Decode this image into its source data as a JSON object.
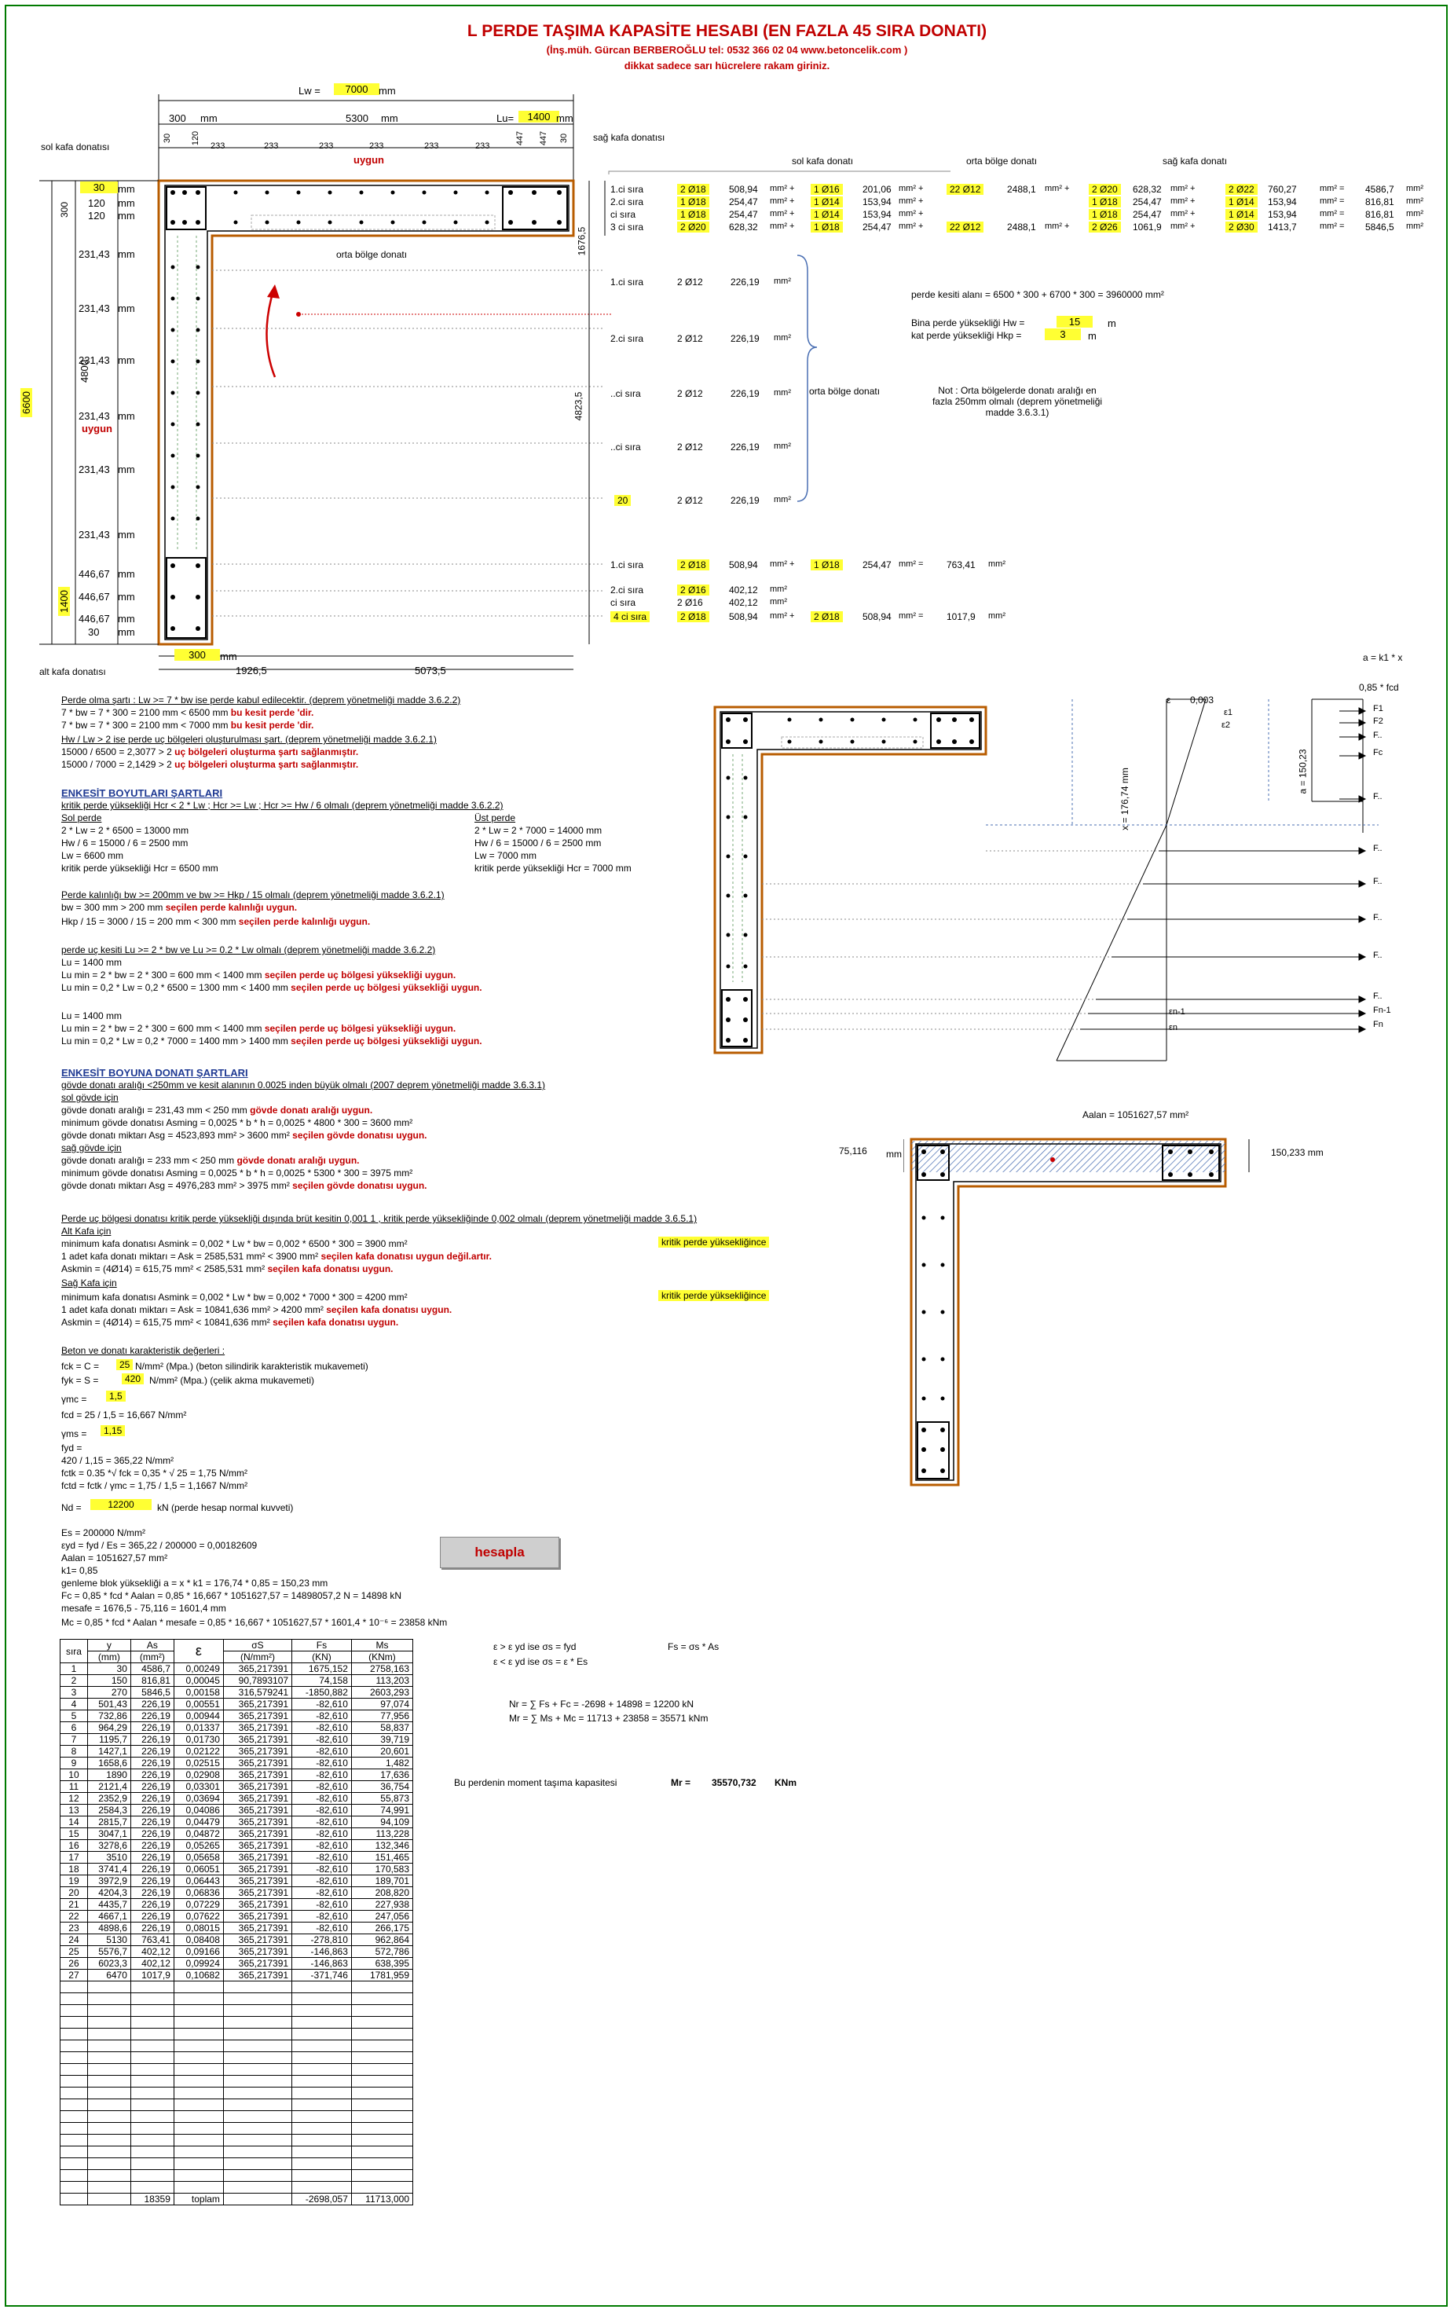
{
  "header": {
    "title": "L PERDE TAŞIMA KAPASİTE HESABI (EN FAZLA 45 SIRA DONATI)",
    "author": "(İnş.müh. Gürcan BERBEROĞLU tel: 0532 366 02 04    www.betoncelik.com )",
    "warning": "dikkat sadece sarı hücrelere rakam giriniz."
  },
  "section_labels": {
    "sol_kafa": "sol kafa donatısı",
    "sag_kafa": "sağ kafa donatısı",
    "alt_kafa": "alt kafa donatısı",
    "orta_bolge": "orta bölge donatı",
    "uygun": "uygun",
    "col_sol": "sol kafa donatı",
    "col_orta": "orta bölge donatı",
    "col_sag": "sağ kafa donatı"
  },
  "dims": {
    "lw_label": "Lw =",
    "lw_top": "7000",
    "mm": "mm",
    "d300": "300",
    "d5300": "5300",
    "lu_label": "Lu=",
    "lu_top": "1400",
    "lw_left": "6600",
    "d4800": "4800",
    "d4823": "4823,5",
    "d1676": "1676,5",
    "d1926": "1926,5",
    "d5073": "5073,5",
    "lu_left": "1400",
    "bw_bottom": "300",
    "top_parts": [
      "30",
      "120",
      "233",
      "233",
      "233",
      "233",
      "233",
      "233",
      "447",
      "447",
      "30"
    ],
    "left_parts": [
      "30",
      "120",
      "231,43",
      "231,43",
      "231,43",
      "231,43",
      "231,43",
      "231,43",
      "446,67",
      "446,67",
      "446,67",
      "30"
    ],
    "v300": "300"
  },
  "rebar_top": [
    {
      "row": "1.ci sıra",
      "a": "2 Ø18",
      "aa": "508,94",
      "b": "1 Ø16",
      "ba": "201,06",
      "c": "22 Ø12",
      "ca": "2488,1",
      "d": "2 Ø20",
      "da": "628,32",
      "e": "2 Ø22",
      "ea": "760,27",
      "tot": "4586,7"
    },
    {
      "row": "2.ci sıra",
      "a": "1 Ø18",
      "aa": "254,47",
      "b": "1 Ø14",
      "ba": "153,94",
      "c": "",
      "ca": "",
      "d": "1 Ø18",
      "da": "254,47",
      "e": "1 Ø14",
      "ea": "153,94",
      "tot": "816,81"
    },
    {
      "row": "ci sıra",
      "a": "1 Ø18",
      "aa": "254,47",
      "b": "1 Ø14",
      "ba": "153,94",
      "c": "",
      "ca": "",
      "d": "1 Ø18",
      "da": "254,47",
      "e": "1 Ø14",
      "ea": "153,94",
      "tot": "816,81"
    },
    {
      "row": "3 ci sıra",
      "a": "2 Ø20",
      "aa": "628,32",
      "b": "1 Ø18",
      "ba": "254,47",
      "c": "22 Ø12",
      "ca": "2488,1",
      "d": "2 Ø26",
      "da": "1061,9",
      "e": "2 Ø30",
      "ea": "1413,7",
      "tot": "5846,5"
    }
  ],
  "rebar_mid": [
    {
      "row": "1.ci sıra",
      "a": "2 Ø12",
      "aa": "226,19"
    },
    {
      "row": "2.ci sıra",
      "a": "2 Ø12",
      "aa": "226,19"
    },
    {
      "row": "..ci sıra",
      "a": "2 Ø12",
      "aa": "226,19"
    },
    {
      "row": "..ci sıra",
      "a": "2 Ø12",
      "aa": "226,19"
    },
    {
      "row": "20",
      "a": "2 Ø12",
      "aa": "226,19"
    }
  ],
  "rebar_bottom": [
    {
      "row": "1.ci sıra",
      "a": "2 Ø18",
      "aa": "508,94",
      "b": "1 Ø18",
      "ba": "254,47",
      "tot": "763,41"
    },
    {
      "row": "2.ci sıra",
      "a": "2 Ø16",
      "aa": "402,12",
      "b": "",
      "ba": "",
      "tot": ""
    },
    {
      "row": "ci sıra",
      "a": "2 Ø16",
      "aa": "402,12",
      "b": "",
      "ba": "",
      "tot": ""
    },
    {
      "row": "4 ci sıra",
      "a": "2 Ø18",
      "aa": "508,94",
      "b": "2 Ø18",
      "ba": "508,94",
      "tot": "1017,9"
    }
  ],
  "units": {
    "mm2": "mm²",
    "mm2plus": "mm² +",
    "mm2eq": "mm² =",
    "knm": "KNm",
    "kn": "kN"
  },
  "perde": {
    "area": "perde kesiti alanı =    6500   *    300    +    6700    *    300    =    3960000    mm²",
    "hw_label": "Bina perde yüksekliği   Hw =",
    "hw": "15",
    "hkp_label": "kat perde yüksekliği   Hkp =",
    "hkp": "3",
    "m": "m",
    "note": "Not : Orta bölgelerde donatı aralığı en fazla 250mm olmalı (deprem yönetmeliği madde 3.6.3.1)",
    "orta_lbl": "orta bölge donatı"
  },
  "checks": [
    {
      "t": "Perde olma şartı : Lw >= 7 * bw ise perde kabul edilecektir. (deprem yönetmeliği madde 3.6.2.2)",
      "cls": "ul"
    },
    {
      "t": "7 * bw =          7     *     300     =     2100    mm   <   6500    mm         bu kesit perde 'dir.",
      "cls": ""
    },
    {
      "t": "7 * bw =          7     *     300     =     2100    mm   <   7000    mm         bu kesit perde 'dir.",
      "cls": ""
    },
    {
      "t": "Hw / Lw > 2  ise perde uç bölgeleri oluşturulması şart. (deprem yönetmeliği madde 3.6.2.1)",
      "cls": "ul"
    },
    {
      "t": "  15000    /    6500    =    2,3077    >    2            uç bölgeleri oluşturma şartı sağlanmıştır.",
      "cls": ""
    },
    {
      "t": "  15000    /    7000    =    2,1429    >    2            uç bölgeleri oluşturma şartı sağlanmıştır.",
      "cls": ""
    }
  ],
  "enkesit": {
    "head": "ENKESİT BOYUTLARI ŞARTLARI",
    "l1": "kritik perde yüksekliği  Hcr < 2 * Lw ; Hcr >= Lw  ;  Hcr >= Hw / 6 olmalı (deprem yönetmeliği madde 3.6.2.2)",
    "sol": "Sol perde",
    "ust": "Üst perde",
    "s1": "2 * Lw =          2      *     6500    =    13000    mm",
    "s2": "Hw / 6 =            15000        /        6       =        2500          mm",
    "s3": "Lw =         6600    mm",
    "s4": "kritik perde yüksekliği        Hcr =         6500          mm",
    "u1": "2 * Lw =          2      *     7000    =    14000    mm",
    "u2": "Hw / 6 =            15000        /        6       =        2500          mm",
    "u3": "Lw =         7000    mm",
    "u4": "kritik perde yüksekliği        Hcr =         7000          mm",
    "k1": "Perde kalınlığı  bw >= 200mm ve  bw >= Hkp / 15 olmalı (deprem yönetmeliği madde 3.6.2.1)",
    "k2": "bw =        300     mm     >       200     mm          seçilen perde kalınlığı uygun.",
    "k3": "Hkp / 15 =      3000     /     15      =     200     mm    <      300     mm          seçilen perde kalınlığı uygun.",
    "u5": "perde uç kesiti Lu >= 2 * bw  ve  Lu >= 0.2 * Lw  olmalı (deprem yönetmeliği madde 3.6.2.2)",
    "u6": "Lu =          1400    mm",
    "u7": "Lu min = 2 * bw =         2       *      300      =      600    mm    <     1400    mm         seçilen perde uç bölgesi yüksekliği uygun.",
    "u8": "Lu min = 0,2 * Lw =              0,2      *      6500     =     1300    mm   <     1400    mm         seçilen perde uç bölgesi yüksekliği uygun.",
    "u9": "Lu =          1400    mm",
    "u10": "Lu min = 2 * bw =         2       *      300      =      600    mm    <     1400    mm         seçilen perde uç bölgesi yüksekliği uygun.",
    "u11": "Lu min = 0,2 * Lw =              0,2      *      7000     =     1400    mm    >     1400    mm         seçilen perde uç bölgesi yüksekliği uygun."
  },
  "boyuna": {
    "head": "ENKESİT BOYUNA DONATI ŞARTLARI",
    "l1": "gövde donatı aralığı <250mm  ve kesit alanının 0.0025 inden büyük olmalı  (2007 deprem yönetmeliği madde  3.6.3.1)",
    "l2": "sol gövde için",
    "l3": "gövde donatı aralığı =        231,43    mm          <          250      mm          gövde donatı aralığı uygun.",
    "l4": "  minimum gövde donatısı         Asming = 0,0025 * b * h =                   0,0025        *       4800     *       300      =       3600    mm²",
    "l5": "gövde donatı miktarı Asg =         4523,893    mm²           >            3600    mm²         seçilen gövde donatısı uygun.",
    "l6": "sağ gövde için",
    "l7": "gövde donatı aralığı =         233      mm          <          250      mm          gövde donatı aralığı uygun.",
    "l8": "minimum gövde donatısı         Asming = 0,0025 * b * h =                   0,0025        *       5300     *       300      =       3975    mm²",
    "l9": "gövde donatı miktarı Asg =         4976,283    mm²           >            3975    mm²         seçilen gövde donatısı uygun.",
    "l10": "Perde uç bölgesi donatısı kritik perde yüksekliği dışında brüt kesitin 0,001 1 , kritik perde yüksekliğinde 0,002 olmalı (deprem yönetmeliği madde 3.6.5.1)",
    "l11": "Alt Kafa için",
    "l12": "minimum kafa donatısı         Asmink = 0,002 * Lw * bw =              0,002       *      6500      *      300      =      3900    mm²",
    "l12b": "kritik perde yüksekliğince",
    "l13": "1 adet kafa donatı miktarı = Ask =            2585,531    mm²         <          3900    mm²         seçilen kafa donatısı uygun değil.artır.",
    "l14": "Askmin = (4Ø14) =     615,75  mm²        <         2585,531    mm²         seçilen kafa donatısı uygun.",
    "l15": "Sağ Kafa için",
    "l16": "minimum kafa donatısı         Asmink = 0,002 * Lw * bw =              0,002       *      7000      *      300      =      4200    mm²",
    "l17": "1 adet kafa donatı miktarı = Ask =            10841,636    mm²        >          4200    mm²         seçilen kafa donatısı uygun.",
    "l18": "Askmin = (4Ø14) =     615,75  mm²        <         10841,636    mm²         seçilen kafa donatısı uygun."
  },
  "mat": {
    "head": "Beton ve donatı karakteristik değerleri :",
    "fck_l": "fck = C =",
    "fck": "25",
    "fck_r": "N/mm² (Mpa.) (beton silindirik karakteristik mukavemeti)",
    "fyk_l": "fyk = S =",
    "fyk": "420",
    "fyk_r": "N/mm² (Mpa.) (çelik akma mukavemeti)",
    "gmc_l": "γmc =",
    "gmc": "1,5",
    "fcd": "fcd =      25      /      1,5      =      16,667   N/mm²",
    "gms_l": "γms =",
    "gms": "1,15",
    "fyd_l": "fyd =",
    "fyd": "    420      /      1,15      =      365,22  N/mm²",
    "fctk": "fctk = 0.35 *√ fck =          0,35       * √    25     =      1,75      N/mm²",
    "fctd": "fctd = fctk / γmc =             1,75       /       1,5       =     1,1667   N/mm²",
    "nd_l": "Nd =",
    "nd": "12200",
    "nd_r": "kN            (perde hesap normal kuvveti)",
    "es": "Es =          200000       N/mm²",
    "eyd": "εyd = fyd / Es =          365,22      /         200000       =      0,00182609",
    "aalan": "Aalan =          1051627,57   mm²",
    "k1": "k1=    0,85",
    "gen": "genleme blok yüksekliği    a = x * k1 =       176,74    *      0,85      =       150,23   mm",
    "fc": "Fc = 0,85 * fcd * Aalan =                0,85     *     16,667     *     1051627,57   =   14898057,2  N     =       14898     kN",
    "mes": "mesafe =           1676,5     -     75,116       =      1601,4   mm",
    "mc": "Mc = 0,85 * fcd * Aalan * mesafe = 0,85 *                16,667     *     1051627,57     *      1601,4  * 10⁻⁶    =          23858      kNm"
  },
  "button": {
    "label": "hesapla"
  },
  "formulas": {
    "f1": "ε  >  ε yd      ise      σs = fyd",
    "f2": "ε  <  ε yd      ise      σs = ε * Es",
    "f3": "Fs = σs * As",
    "nr": "Nr = ∑ Fs + Fc =            -2698      +       14898       =        12200    kN",
    "mr": "Mr = ∑ Ms + Mc =          11713      +       23858       =        35571    kNm",
    "cap_l": "Bu perdenin moment taşıma kapasitesi",
    "cap_m": "Mr =",
    "cap_v": "35570,732",
    "cap_u": "KNm"
  },
  "diagram": {
    "a_eq": "a = k1 * x",
    "fcd": "0,85 * fcd",
    "eps": "ε",
    "epsv": "0,003",
    "e1": "ε1",
    "e2": "ε2",
    "x_lbl": "x =   176,74     mm",
    "a_lbl": "a =    150,23",
    "labels_f": [
      "F1",
      "F2",
      "F..",
      "Fc",
      "F..",
      "F..",
      "F..",
      "F..",
      "F..",
      "F..",
      "Fn-1",
      "Fn"
    ],
    "en1": "εn-1",
    "en": "εn",
    "aalan": "Aalan =  1051627,57 mm²",
    "d75": "75,116",
    "d150": "150,233    mm"
  },
  "table": {
    "headers": [
      "sıra",
      "y",
      "As",
      "ε",
      "σS",
      "Fs",
      "Ms"
    ],
    "units": [
      "",
      "(mm)",
      "(mm²)",
      "",
      "(N/mm²)",
      "(KN)",
      "(KNm)"
    ],
    "rows": [
      [
        "1",
        "30",
        "4586,7",
        "0,00249",
        "365,217391",
        "1675,152",
        "2758,163"
      ],
      [
        "2",
        "150",
        "816,81",
        "0,00045",
        "90,7893107",
        "74,158",
        "113,203"
      ],
      [
        "3",
        "270",
        "5846,5",
        "0,00158",
        "316,579241",
        "-1850,882",
        "2603,293"
      ],
      [
        "4",
        "501,43",
        "226,19",
        "0,00551",
        "365,217391",
        "-82,610",
        "97,074"
      ],
      [
        "5",
        "732,86",
        "226,19",
        "0,00944",
        "365,217391",
        "-82,610",
        "77,956"
      ],
      [
        "6",
        "964,29",
        "226,19",
        "0,01337",
        "365,217391",
        "-82,610",
        "58,837"
      ],
      [
        "7",
        "1195,7",
        "226,19",
        "0,01730",
        "365,217391",
        "-82,610",
        "39,719"
      ],
      [
        "8",
        "1427,1",
        "226,19",
        "0,02122",
        "365,217391",
        "-82,610",
        "20,601"
      ],
      [
        "9",
        "1658,6",
        "226,19",
        "0,02515",
        "365,217391",
        "-82,610",
        "1,482"
      ],
      [
        "10",
        "1890",
        "226,19",
        "0,02908",
        "365,217391",
        "-82,610",
        "17,636"
      ],
      [
        "11",
        "2121,4",
        "226,19",
        "0,03301",
        "365,217391",
        "-82,610",
        "36,754"
      ],
      [
        "12",
        "2352,9",
        "226,19",
        "0,03694",
        "365,217391",
        "-82,610",
        "55,873"
      ],
      [
        "13",
        "2584,3",
        "226,19",
        "0,04086",
        "365,217391",
        "-82,610",
        "74,991"
      ],
      [
        "14",
        "2815,7",
        "226,19",
        "0,04479",
        "365,217391",
        "-82,610",
        "94,109"
      ],
      [
        "15",
        "3047,1",
        "226,19",
        "0,04872",
        "365,217391",
        "-82,610",
        "113,228"
      ],
      [
        "16",
        "3278,6",
        "226,19",
        "0,05265",
        "365,217391",
        "-82,610",
        "132,346"
      ],
      [
        "17",
        "3510",
        "226,19",
        "0,05658",
        "365,217391",
        "-82,610",
        "151,465"
      ],
      [
        "18",
        "3741,4",
        "226,19",
        "0,06051",
        "365,217391",
        "-82,610",
        "170,583"
      ],
      [
        "19",
        "3972,9",
        "226,19",
        "0,06443",
        "365,217391",
        "-82,610",
        "189,701"
      ],
      [
        "20",
        "4204,3",
        "226,19",
        "0,06836",
        "365,217391",
        "-82,610",
        "208,820"
      ],
      [
        "21",
        "4435,7",
        "226,19",
        "0,07229",
        "365,217391",
        "-82,610",
        "227,938"
      ],
      [
        "22",
        "4667,1",
        "226,19",
        "0,07622",
        "365,217391",
        "-82,610",
        "247,056"
      ],
      [
        "23",
        "4898,6",
        "226,19",
        "0,08015",
        "365,217391",
        "-82,610",
        "266,175"
      ],
      [
        "24",
        "5130",
        "763,41",
        "0,08408",
        "365,217391",
        "-278,810",
        "962,864"
      ],
      [
        "25",
        "5576,7",
        "402,12",
        "0,09166",
        "365,217391",
        "-146,863",
        "572,786"
      ],
      [
        "26",
        "6023,3",
        "402,12",
        "0,09924",
        "365,217391",
        "-146,863",
        "638,395"
      ],
      [
        "27",
        "6470",
        "1017,9",
        "0,10682",
        "365,217391",
        "-371,746",
        "1781,959"
      ]
    ],
    "empty_rows": 18,
    "total_as": "18359",
    "total_label": "toplam",
    "total_fs": "-2698,057",
    "total_ms": "11713,000"
  }
}
